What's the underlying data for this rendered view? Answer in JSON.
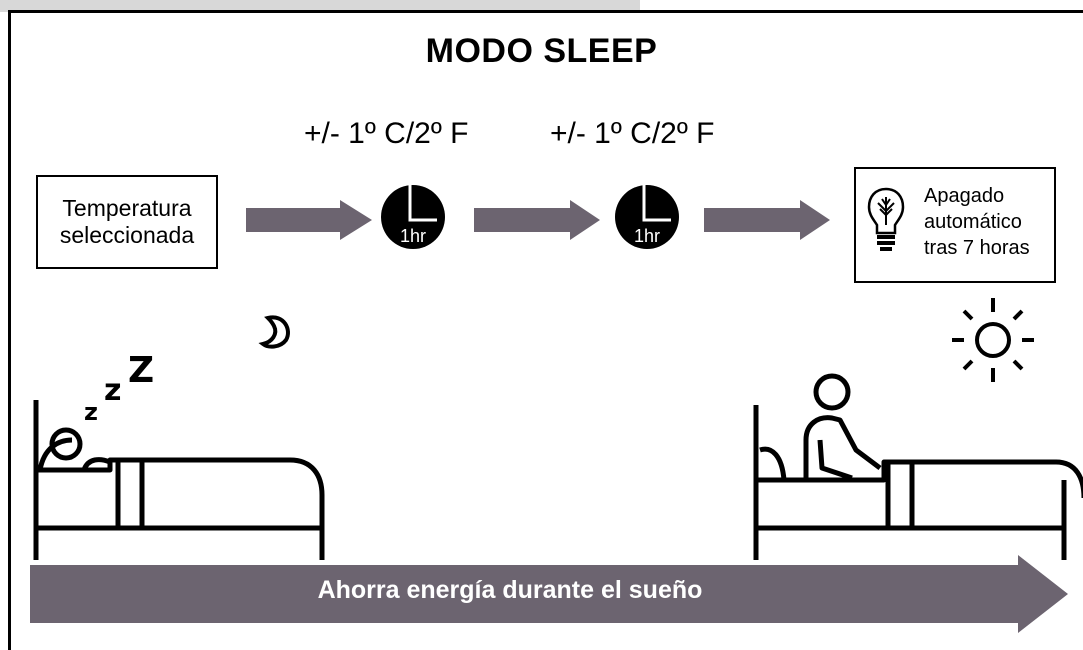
{
  "title": "MODO SLEEP",
  "temp_change_1": "+/- 1º C/2º F",
  "temp_change_2": "+/- 1º C/2º F",
  "start_box": {
    "line1": "Temperatura",
    "line2": "seleccionada"
  },
  "clock_1": "1hr",
  "clock_2": "1hr",
  "end_box": {
    "line1": "Apagado",
    "line2": "automático",
    "line3": "tras 7 horas"
  },
  "banner": "Ahorra energía durante el sueño",
  "sleep_letters": [
    "z",
    "z",
    "Z"
  ],
  "colors": {
    "arrow": "#6c6470",
    "clock": "#000000",
    "line": "#000000"
  }
}
